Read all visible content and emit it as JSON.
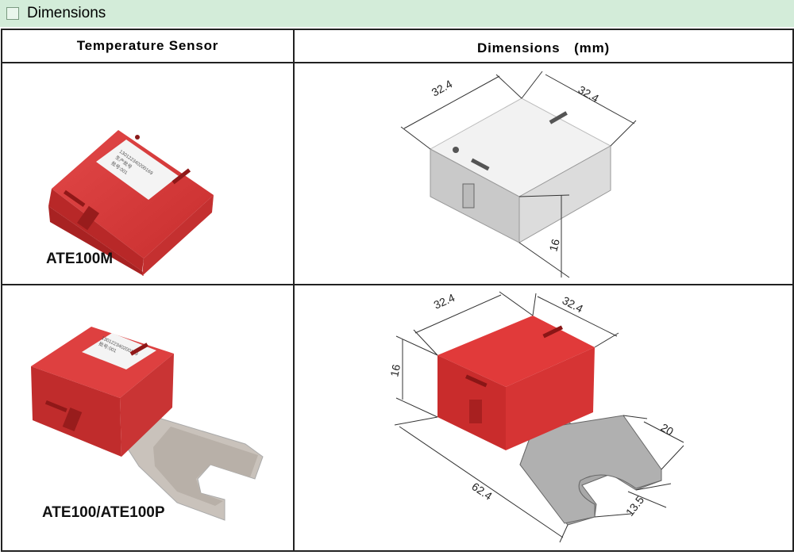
{
  "banner": {
    "title": "Dimensions"
  },
  "table": {
    "headers": [
      "Temperature Sensor",
      "Dimensions　(mm)"
    ],
    "rows": [
      {
        "model": "ATE100M",
        "dims": {
          "w": "32.4",
          "d": "32.4",
          "h": "16"
        }
      },
      {
        "model": "ATE100/ATE100P",
        "dims": {
          "w": "32.4",
          "d": "32.4",
          "h": "16",
          "tab_w": "20",
          "len": "62.4",
          "slot": "13.5"
        }
      }
    ]
  },
  "label_print": {
    "line1": "130122340200169",
    "line2": "生产批号",
    "line3": "批号:001"
  },
  "colors": {
    "banner": "#d3ecd9",
    "sensor_red": "#d93a3a",
    "metal": "#c9c2bb"
  }
}
